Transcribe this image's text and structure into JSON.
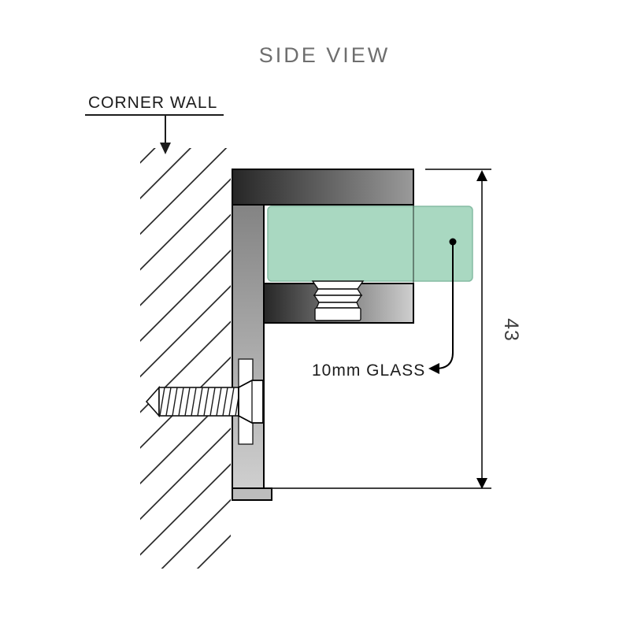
{
  "diagram": {
    "title": "SIDE VIEW",
    "wall_label": "CORNER WALL",
    "glass_label": "10mm GLASS",
    "dimension_height": "43",
    "colors": {
      "title_text": "#6e6e6e",
      "label_text": "#1c1c1c",
      "dimension_text": "#3f3f3f",
      "glass_fill": "#a9d8c1",
      "glass_stroke": "#85bca3",
      "metal_dark": "#262626",
      "metal_mid": "#9a9a9a",
      "metal_stem": "#7a7a7a",
      "metal_light": "#cfcfcf",
      "metal_foot": "#bdbdbd",
      "line": "#000000"
    }
  }
}
